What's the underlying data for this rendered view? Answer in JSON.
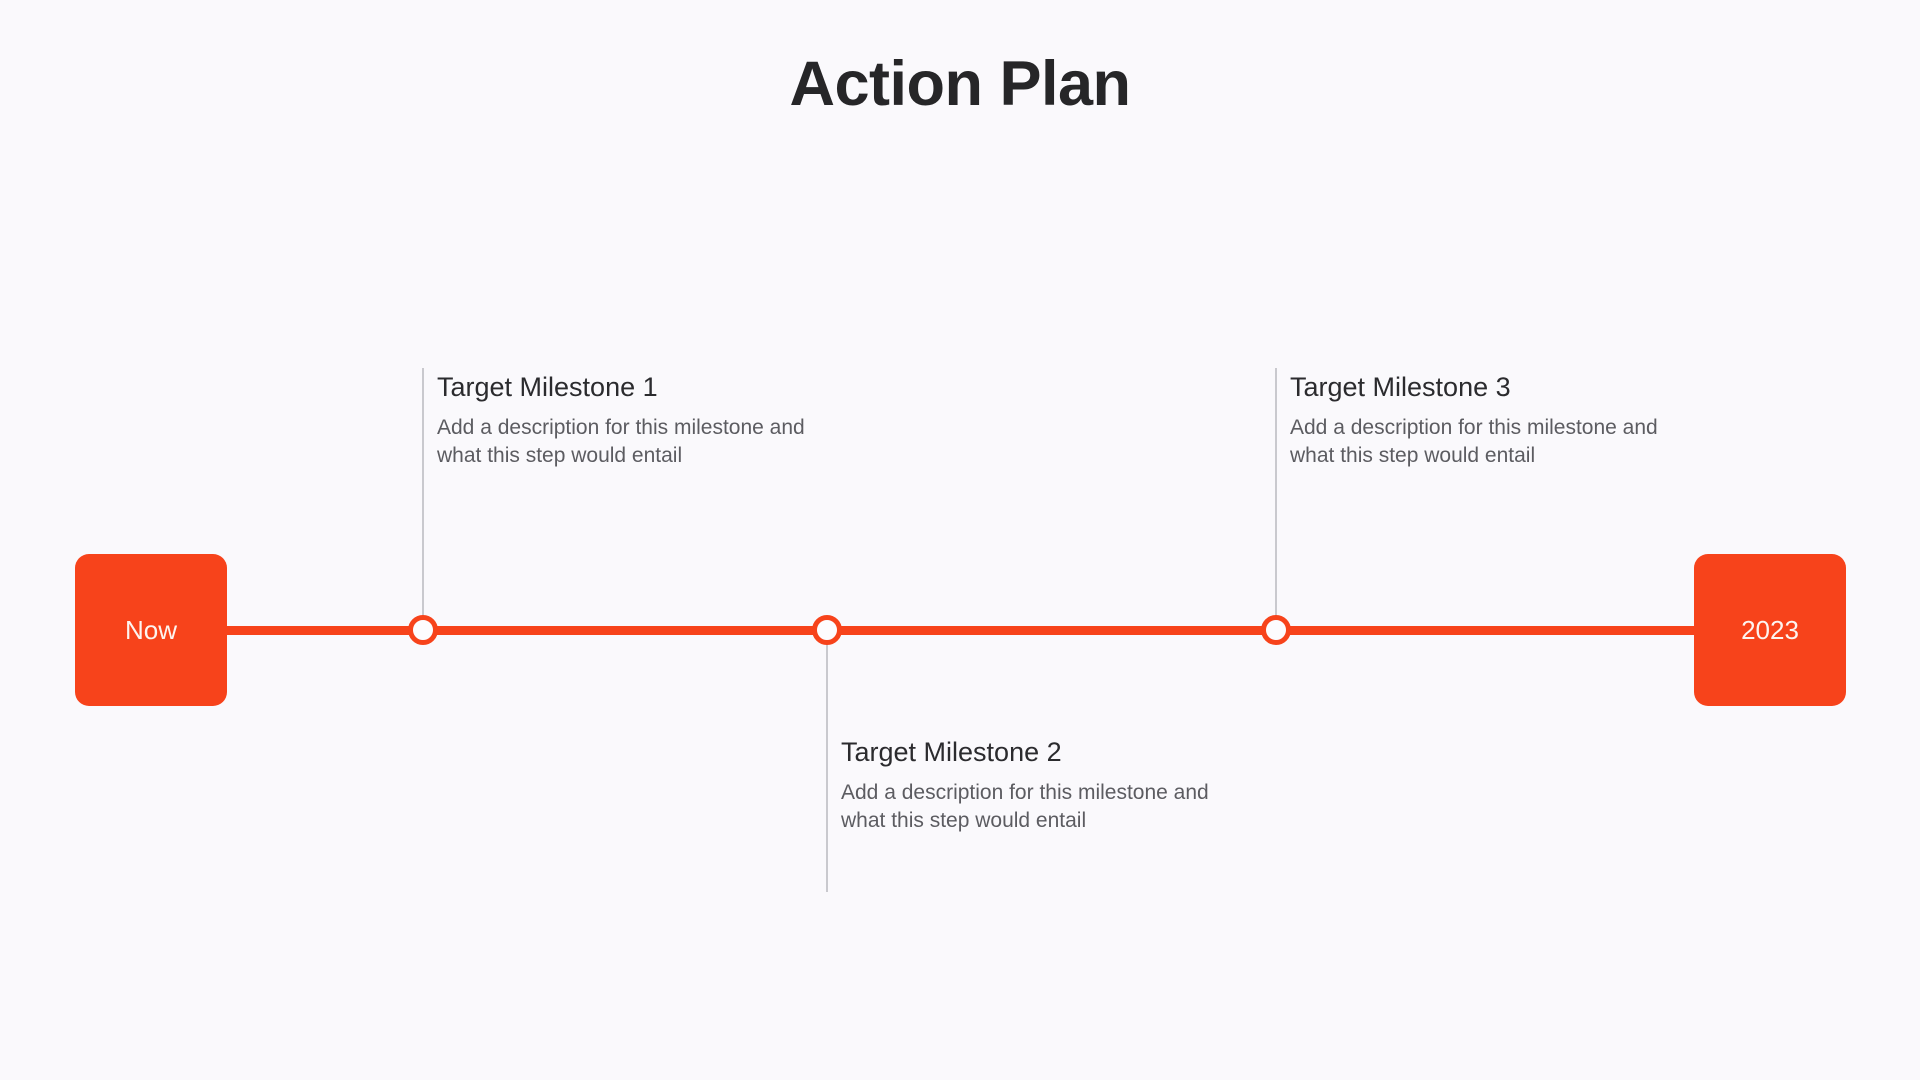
{
  "title": "Action Plan",
  "theme": {
    "background": "#faf9fc",
    "accent": "#f7431b",
    "heading_color": "#262628",
    "body_color": "#5c5c61",
    "connector_color": "#c9c9ce",
    "endpoint_text_color": "#fdf4f0"
  },
  "timeline": {
    "start_label": "Now",
    "end_label": "2023",
    "milestones": [
      {
        "heading": "Target Milestone 1",
        "description": "Add a description for this milestone and what this step would entail",
        "position": "above"
      },
      {
        "heading": "Target Milestone 2",
        "description": "Add a description for this milestone and what this step would entail",
        "position": "below"
      },
      {
        "heading": "Target Milestone 3",
        "description": "Add a description for this milestone and what this step would entail",
        "position": "above"
      }
    ]
  }
}
